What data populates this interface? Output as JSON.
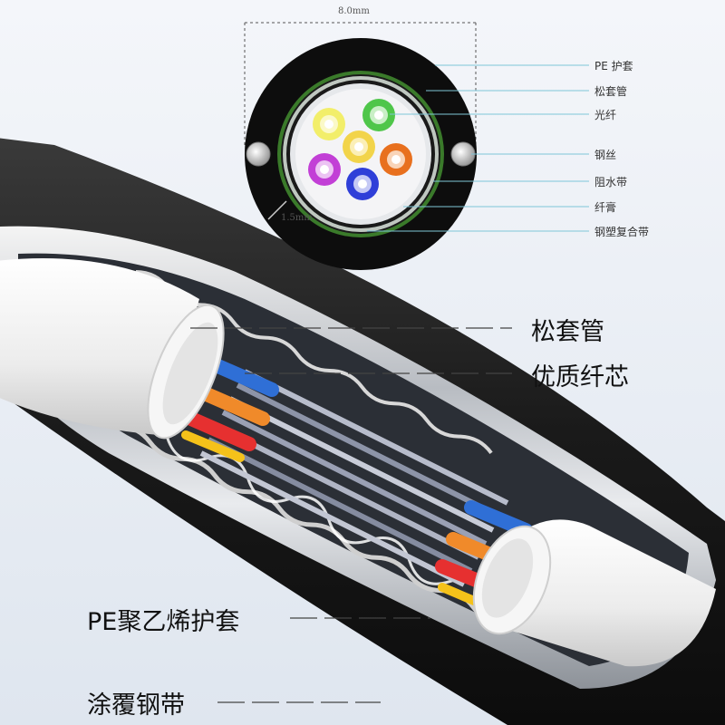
{
  "cross_section": {
    "dimension_top": "8.0mm",
    "dimension_side": "1.5mm",
    "labels": [
      "PE 护套",
      "松套管",
      "光纤",
      "钢丝",
      "阻水带",
      "纤膏",
      "钢塑复合带"
    ],
    "fiber_colors": [
      "#f2ee6a",
      "#4fc64a",
      "#f2d44a",
      "#c23fd6",
      "#2f3fd8",
      "#e8701e"
    ]
  },
  "callouts": {
    "loose_tube": "松套管",
    "fiber_core": "优质纤芯",
    "pe_sheath": "PE聚乙烯护套",
    "coated_steel_tape": "涂覆钢带"
  },
  "cable_core_colors": [
    "#2f6fd6",
    "#f08a2a",
    "#e63030",
    "#f5c21a"
  ]
}
